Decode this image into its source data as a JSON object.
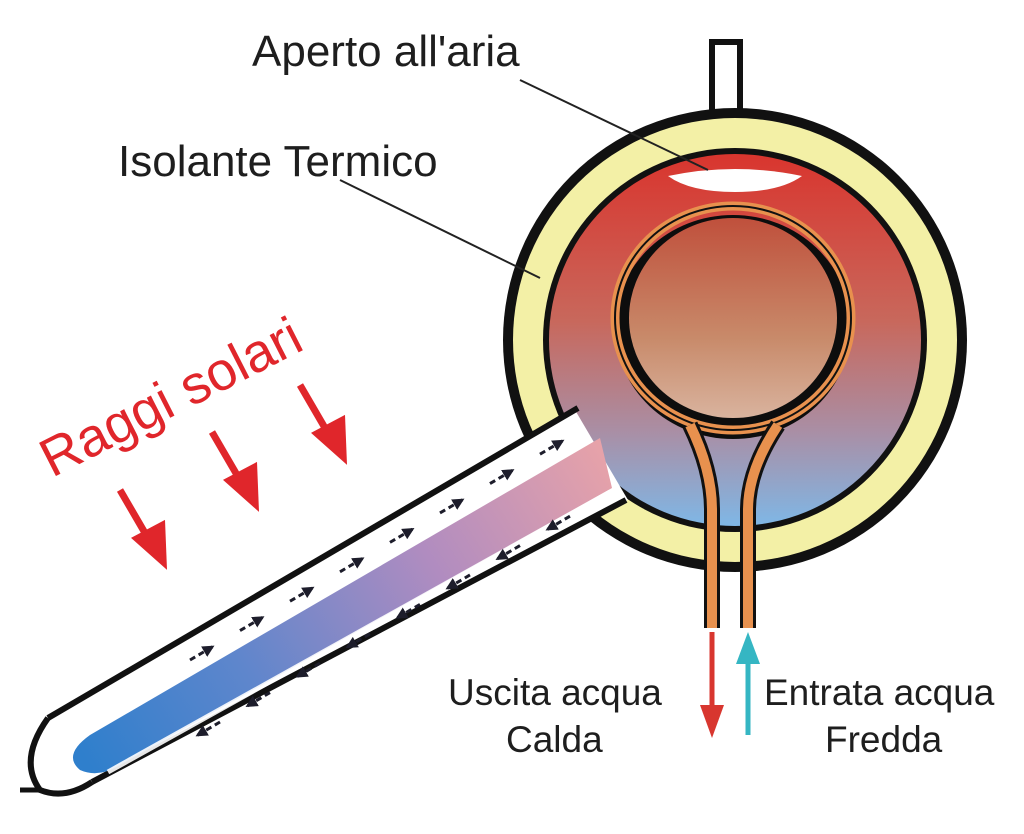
{
  "labels": {
    "open_air": "Aperto all'aria",
    "insulation": "Isolante Termico",
    "sun_rays": "Raggi solari",
    "hot_out_line1": "Uscita acqua",
    "hot_out_line2": "Calda",
    "cold_in_line1": "Entrata acqua",
    "cold_in_line2": "Fredda"
  },
  "colors": {
    "hot": "#d8362f",
    "cold": "#2f86cf",
    "insulation": "#f3f0a6",
    "pipe": "#e8914e",
    "sun_arrow": "#e0262b",
    "cold_arrow": "#35b6c3"
  }
}
